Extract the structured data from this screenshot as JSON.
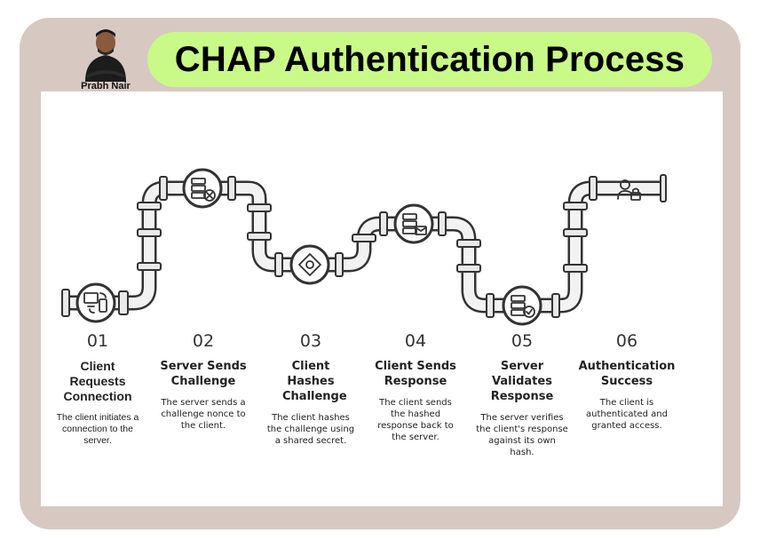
{
  "header": {
    "title": "CHAP Authentication Process",
    "author": "Prabh Nair"
  },
  "steps": [
    {
      "number": "01",
      "title": "Client Requests Connection",
      "description": "The client initiates a connection to the server.",
      "icon": "client-server-icon"
    },
    {
      "number": "02",
      "title": "Server Sends Challenge",
      "description": "The server sends a challenge nonce to the client.",
      "icon": "server-cancel-icon"
    },
    {
      "number": "03",
      "title": "Client Hashes Challenge",
      "description": "The client hashes the challenge using a shared secret.",
      "icon": "hash-icon"
    },
    {
      "number": "04",
      "title": "Client Sends Response",
      "description": "The client sends the hashed response back to the server.",
      "icon": "server-mail-icon"
    },
    {
      "number": "05",
      "title": "Server Validates Response",
      "description": "The server verifies the client's response against its own hash.",
      "icon": "server-check-icon"
    },
    {
      "number": "06",
      "title": "Authentication Success",
      "description": "The client is authenticated and granted access.",
      "icon": "user-lock-icon"
    }
  ],
  "colors": {
    "frame": "#d7c9c2",
    "title_bg": "#c9f987",
    "pipe_stroke": "#333333",
    "pipe_fill": "#f2f2f2"
  }
}
